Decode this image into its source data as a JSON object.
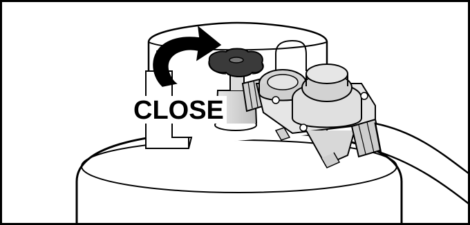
{
  "illustration": {
    "instruction_label": "CLOSE",
    "elements": [
      "propane-tank",
      "tank-collar",
      "cylinder-valve",
      "valve-handwheel",
      "two-stage-regulator",
      "gas-hose",
      "rotation-arrow"
    ],
    "colors": {
      "line": "#000000",
      "fill": "#ffffff",
      "shade_light": "#d9d9d9",
      "shade_mid": "#bdbdbd",
      "handwheel": "#3a3a3a"
    }
  }
}
